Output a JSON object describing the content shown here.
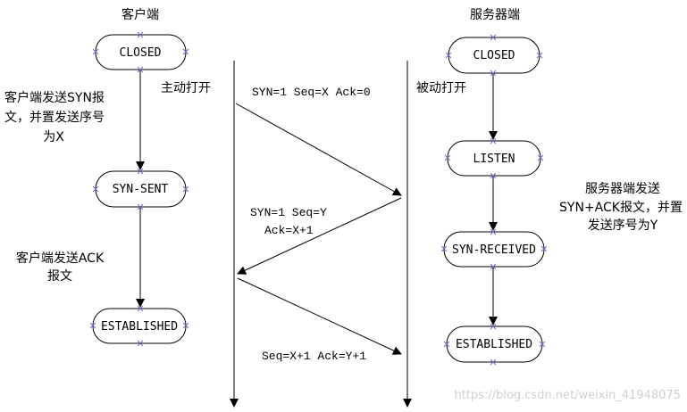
{
  "client": {
    "title": "客户端",
    "states": [
      "CLOSED",
      "SYN-SENT",
      "ESTABLISHED"
    ],
    "action_open": "主动打开",
    "note_syn": [
      "客户端发送SYN报",
      "文，并置发送序号",
      "为X"
    ],
    "note_ack": [
      "客户端发送ACK",
      "报文"
    ]
  },
  "server": {
    "title": "服务器端",
    "states": [
      "CLOSED",
      "LISTEN",
      "SYN-RECEIVED",
      "ESTABLISHED"
    ],
    "action_open": "被动打开",
    "note_synack": [
      "服务器端发送",
      "SYN+ACK报文，并置",
      "发送序号为Y"
    ]
  },
  "messages": {
    "m1": "SYN=1 Seq=X Ack=0",
    "m2": [
      "SYN=1 Seq=Y",
      "Ack=X+1"
    ],
    "m3": "Seq=X+1 Ack=Y+1"
  },
  "watermark": "https://blog.csdn.net/weixin_41948075",
  "colors": {
    "marker": "#7b6cc8",
    "line": "#000000"
  }
}
